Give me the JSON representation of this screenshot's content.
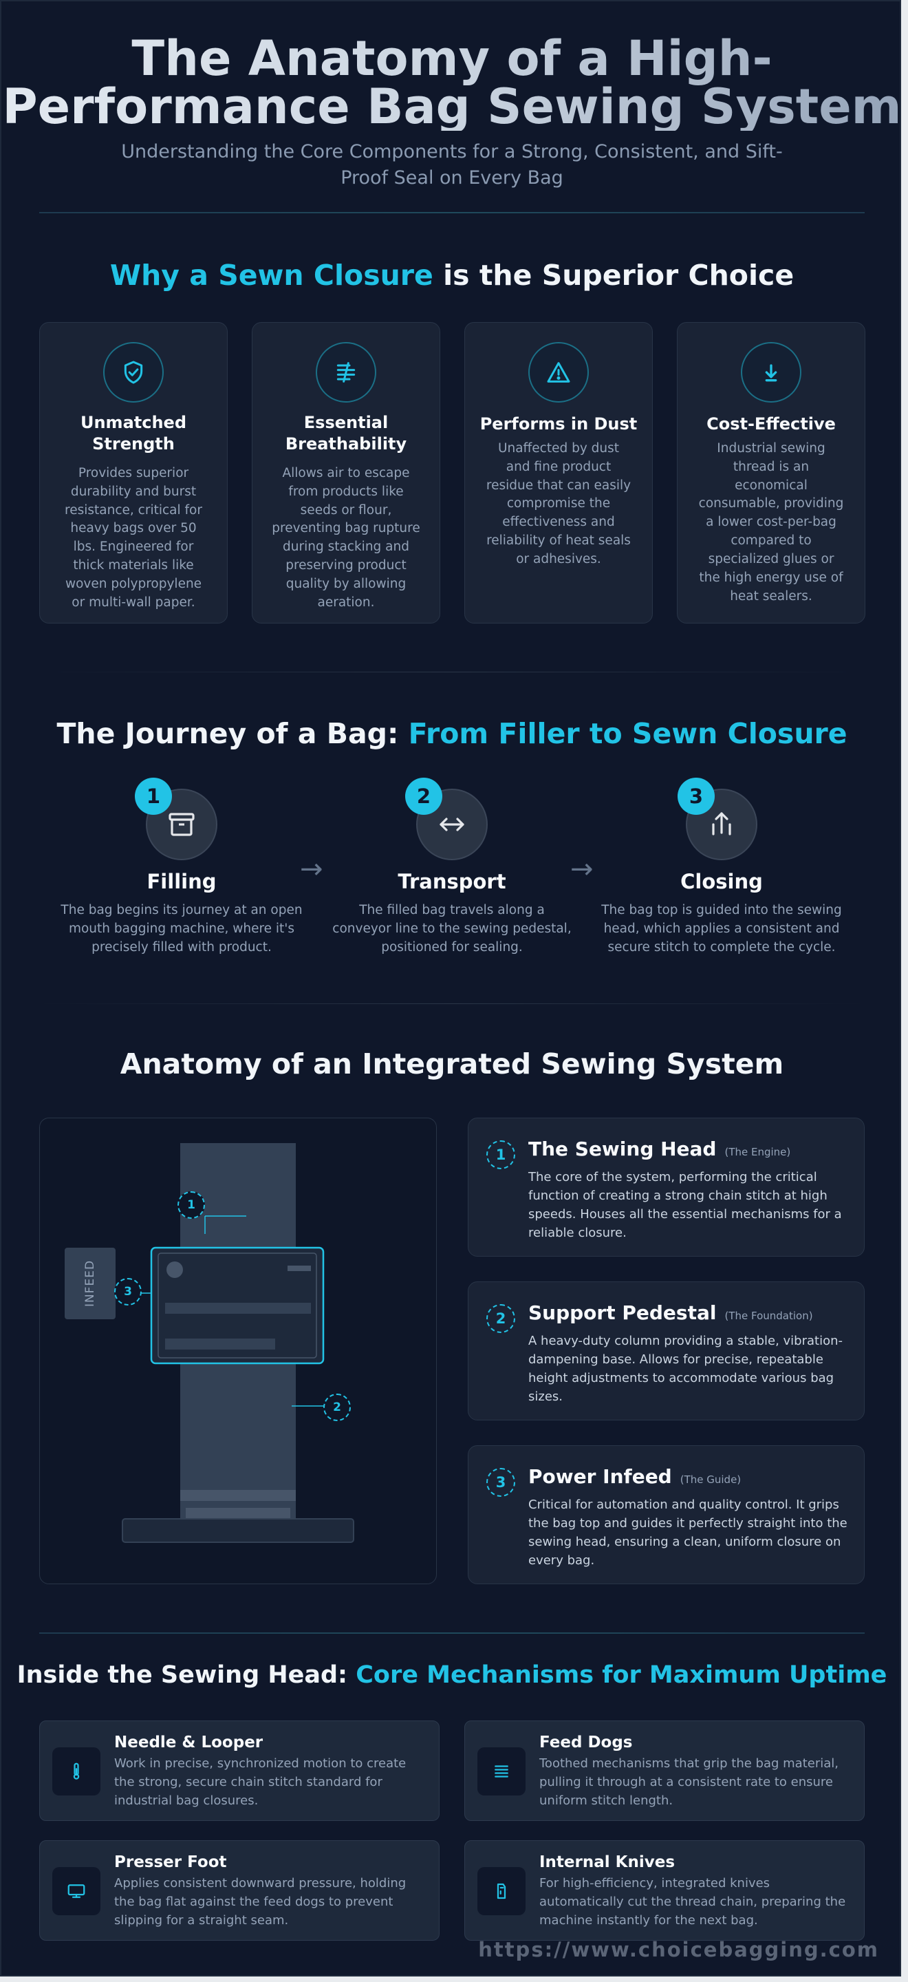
{
  "header": {
    "title_line1": "The Anatomy of a High-",
    "title_line2": "Performance Bag Sewing System",
    "subtitle": "Understanding the Core Components for a Strong, Consistent, and Sift-Proof Seal on Every Bag"
  },
  "why": {
    "title_accent": "Why a Sewn Closure",
    "title_rest": " is the Superior Choice",
    "cards": [
      {
        "icon": "shield-check-icon",
        "title": "Unmatched Strength",
        "text": "Provides superior durability and burst resistance, critical for heavy bags over 50 lbs. Engineered for thick materials like woven polypropylene or multi-wall paper."
      },
      {
        "icon": "wind-icon",
        "title": "Essential Breathability",
        "text": "Allows air to escape from products like seeds or flour, preventing bag rupture during stacking and preserving product quality by allowing aeration."
      },
      {
        "icon": "warning-triangle-icon",
        "title": "Performs in Dust",
        "text": "Unaffected by dust and fine product residue that can easily compromise the effectiveness and reliability of heat seals or adhesives."
      },
      {
        "icon": "down-arrow-icon",
        "title": "Cost-Effective",
        "text": "Industrial sewing thread is an economical consumable, providing a lower cost-per-bag compared to specialized glues or the high energy use of heat sealers."
      }
    ]
  },
  "journey": {
    "title_rest": "The Journey of a Bag: ",
    "title_accent": "From Filler to Sewn Closure",
    "arrow": "→",
    "steps": [
      {
        "num": "1",
        "icon": "archive-box-icon",
        "title": "Filling",
        "text": "The bag begins its journey at an open mouth bagging machine, where it's precisely filled with product."
      },
      {
        "num": "2",
        "icon": "horizontal-arrows-icon",
        "title": "Transport",
        "text": "The filled bag travels along a conveyor line to the sewing pedestal, positioned for sealing."
      },
      {
        "num": "3",
        "icon": "upload-arrow-icon",
        "title": "Closing",
        "text": "The bag top is guided into the sewing head, which applies a consistent and secure stitch to complete the cycle."
      }
    ]
  },
  "anatomy": {
    "title": "Anatomy of an Integrated Sewing System",
    "infeed_label": "INFEED",
    "diagram_labels": [
      "1",
      "2",
      "3"
    ],
    "parts": [
      {
        "num": "1",
        "name": "The Sewing Head",
        "role": "(The Engine)",
        "text": "The core of the system, performing the critical function of creating a strong chain stitch at high speeds. Houses all the essential mechanisms for a reliable closure."
      },
      {
        "num": "2",
        "name": "Support Pedestal",
        "role": "(The Foundation)",
        "text": "A heavy-duty column providing a stable, vibration-dampening base. Allows for precise, repeatable height adjustments to accommodate various bag sizes."
      },
      {
        "num": "3",
        "name": "Power Infeed",
        "role": "(The Guide)",
        "text": "Critical for automation and quality control. It grips the bag top and guides it perfectly straight into the sewing head, ensuring a clean, uniform closure on every bag."
      }
    ]
  },
  "mechanisms": {
    "title_rest": "Inside the Sewing Head: ",
    "title_accent": "Core Mechanisms for Maximum Uptime",
    "items": [
      {
        "icon": "thermometer-icon",
        "title": "Needle & Looper",
        "text": "Work in precise, synchronized motion to create the strong, secure chain stitch standard for industrial bag closures."
      },
      {
        "icon": "lines-icon",
        "title": "Feed Dogs",
        "text": "Toothed mechanisms that grip the bag material, pulling it through at a consistent rate to ensure uniform stitch length."
      },
      {
        "icon": "monitor-icon",
        "title": "Presser Foot",
        "text": "Applies consistent downward pressure, holding the bag flat against the feed dogs to prevent slipping for a straight seam."
      },
      {
        "icon": "blade-icon",
        "title": "Internal Knives",
        "text": "For high-efficiency, integrated knives automatically cut the thread chain, preparing the machine instantly for the next bag."
      }
    ]
  },
  "footer": {
    "url": "https://www.choicebagging.com"
  },
  "colors": {
    "accent": "#22c3e6",
    "background": "#0f172a",
    "card": "#1a2335"
  }
}
